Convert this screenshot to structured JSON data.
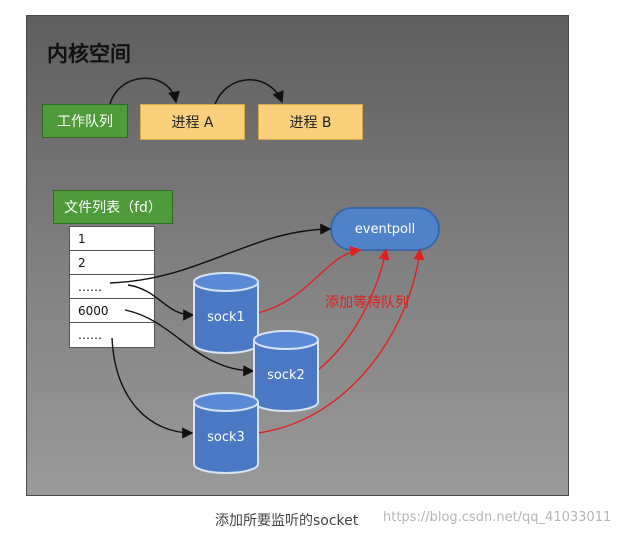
{
  "title": "内核空间",
  "work_queue": "工作队列",
  "process_a": "进程 A",
  "process_b": "进程 B",
  "fd_table_title": "文件列表（fd）",
  "fd_rows": [
    "1",
    "2",
    "……",
    "6000",
    "……"
  ],
  "eventpoll": "eventpoll",
  "socks": [
    "sock1",
    "sock2",
    "sock3"
  ],
  "wait_label": "添加等待队列",
  "caption": "添加所要监听的socket",
  "watermark": "https://blog.csdn.net/qq_41033011",
  "colors": {
    "green": "#4f9a3a",
    "yellow": "#fbd07d",
    "blue": "#4f82c8",
    "red": "#e02020"
  }
}
